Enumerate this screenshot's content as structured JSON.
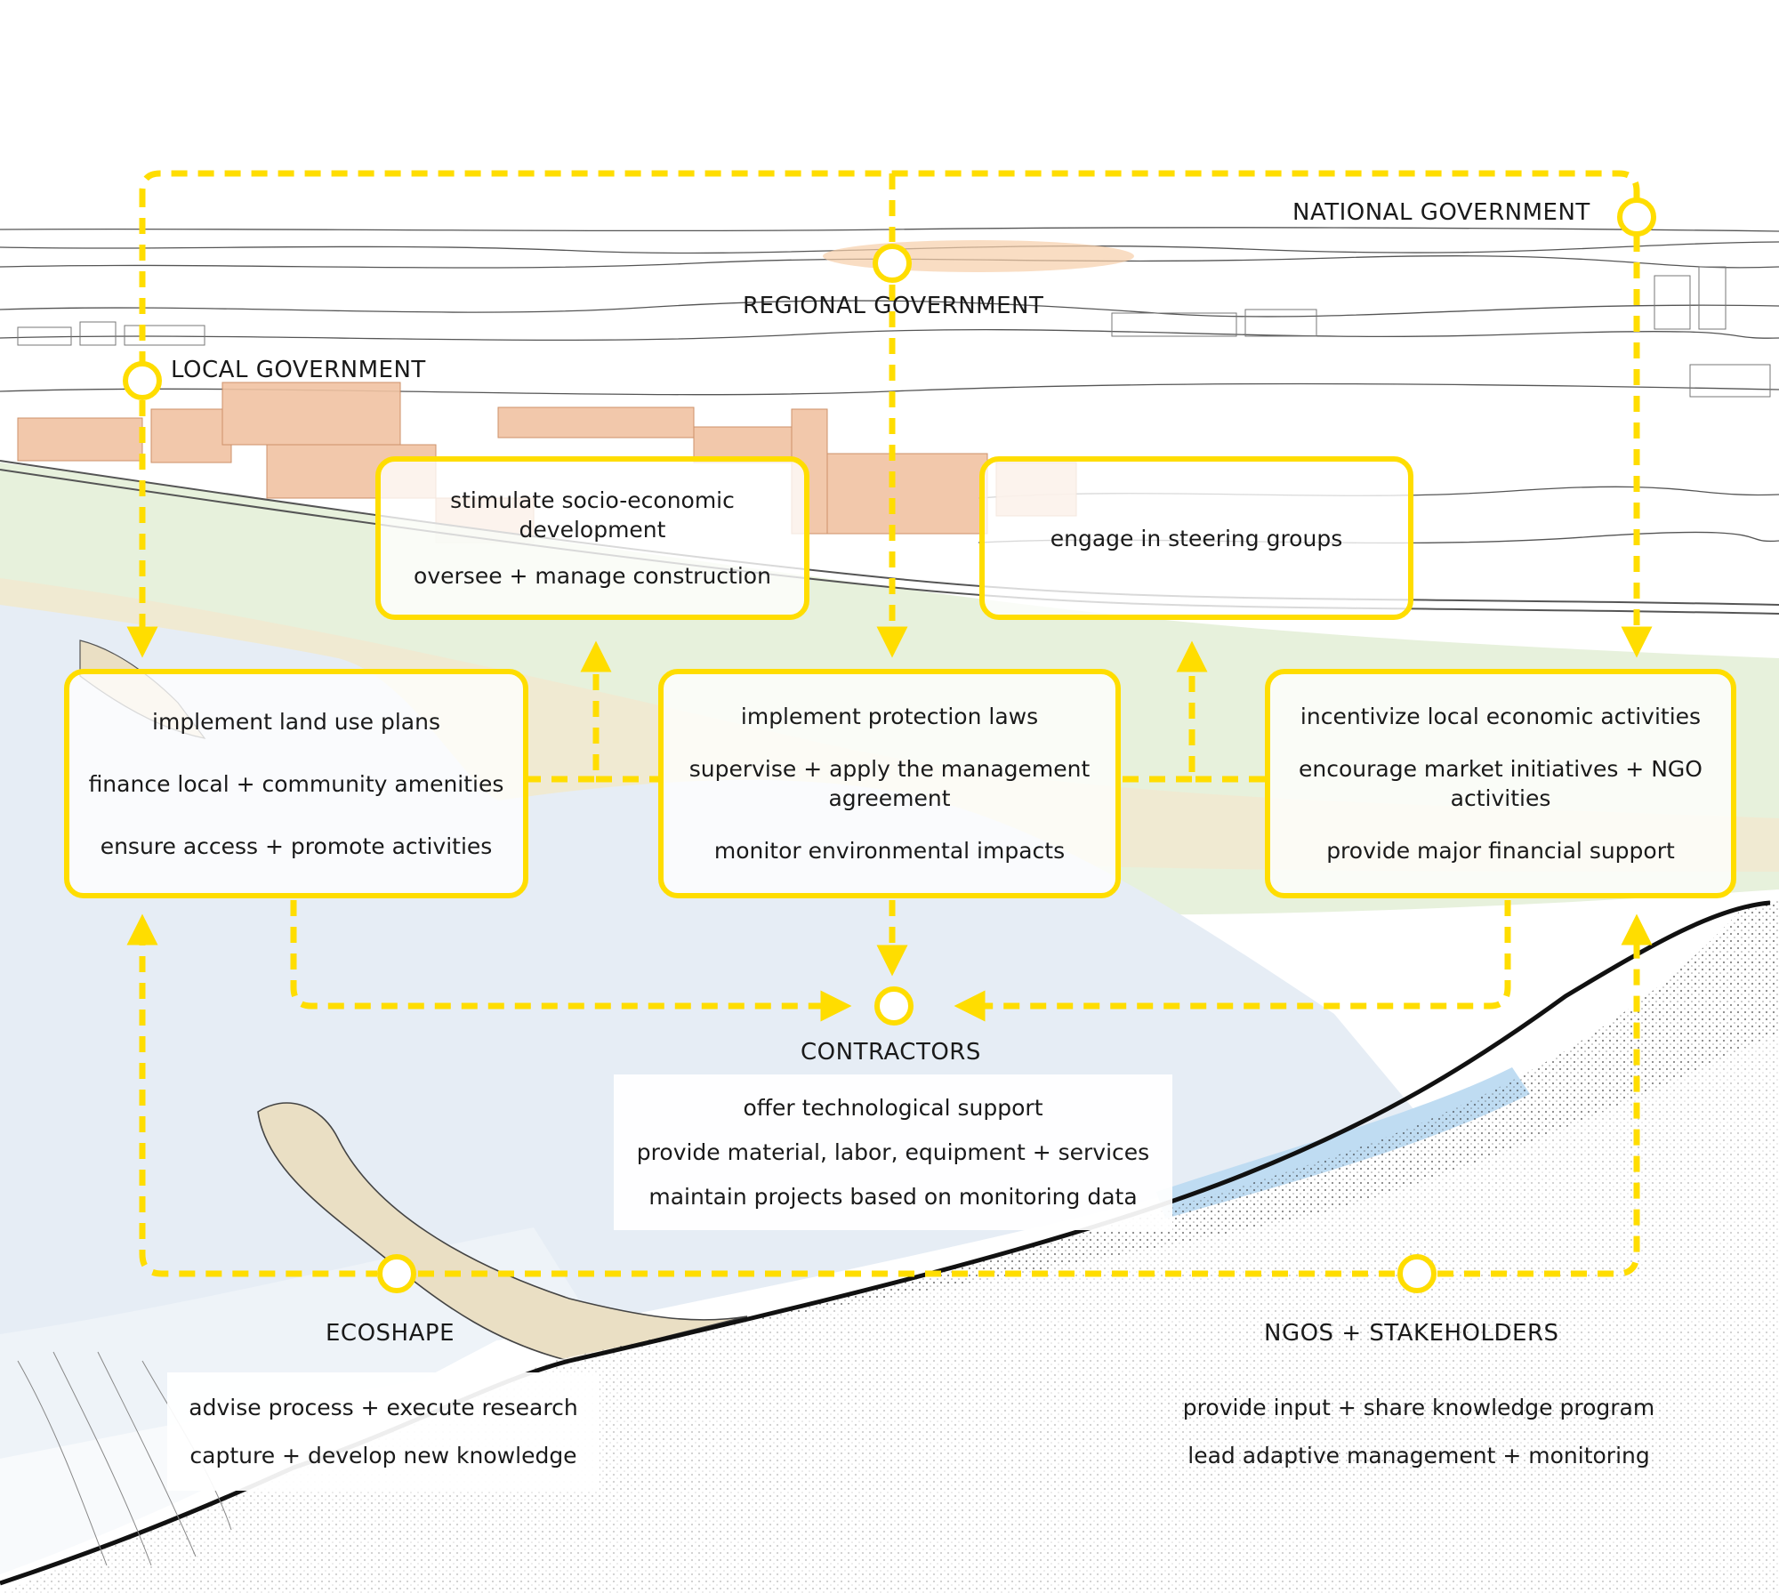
{
  "colors": {
    "accent": "#FFDD00",
    "water": "#dfe8f2",
    "green": "#dcebcf",
    "sand": "#efe3c8",
    "town": "#f1c3a2"
  },
  "actors": {
    "national": "NATIONAL GOVERNMENT",
    "regional": "REGIONAL GOVERNMENT",
    "local": "LOCAL GOVERNMENT",
    "contractors": "CONTRACTORS",
    "ecoshape": "ECOSHAPE",
    "ngos": "NGOS + STAKEHOLDERS"
  },
  "boxes": {
    "regional_upper": {
      "lines": [
        "stimulate socio-economic development",
        "oversee + manage construction"
      ]
    },
    "national_upper": {
      "lines": [
        "engage in steering groups"
      ]
    },
    "local": {
      "lines": [
        "implement land use plans",
        "finance local + community amenities",
        "ensure access + promote activities"
      ]
    },
    "regional": {
      "lines": [
        "implement protection laws",
        "supervise + apply the management agreement",
        "monitor environmental impacts"
      ]
    },
    "national": {
      "lines": [
        "incentivize local economic activities",
        "encourage market initiatives + NGO activities",
        "provide major financial support"
      ]
    }
  },
  "contractors_roles": [
    "offer technological support",
    "provide material, labor, equipment + services",
    "maintain projects based on monitoring data"
  ],
  "ecoshape_roles": [
    "advise process + execute research",
    "capture + develop new knowledge"
  ],
  "ngos_roles": [
    "provide input + share knowledge program",
    "lead adaptive management + monitoring"
  ]
}
